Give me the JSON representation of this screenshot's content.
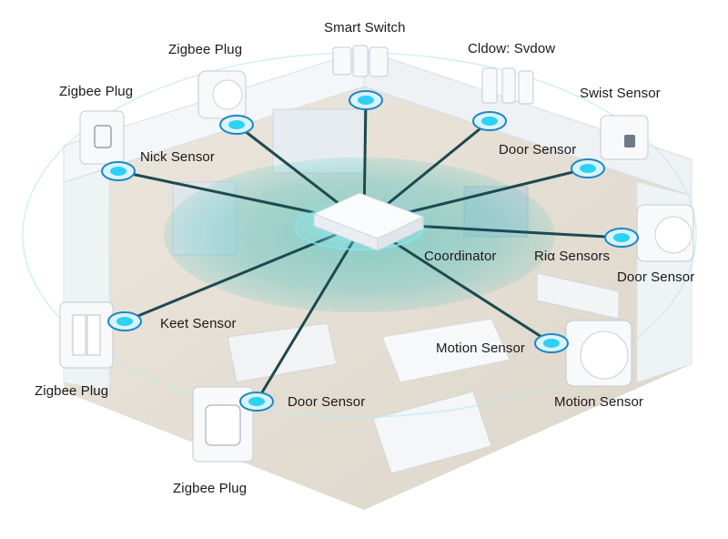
{
  "colors": {
    "link": "#1d4a4f",
    "node_core": "#2bd2f5",
    "node_ring": "#1e86c4",
    "coverage": "#3bbdb8",
    "floor": "#e9e3da",
    "wall": "#f3f6f8"
  },
  "coordinator": {
    "label": "Coordinator",
    "icon": "zigbee-hub-icon"
  },
  "nodes": [
    {
      "id": "smart-switch-top",
      "label": "Smart Switch",
      "icon": "smart-switch-icon"
    },
    {
      "id": "zigbee-plug-top",
      "label": "Zigbee Plug",
      "icon": "plug-icon"
    },
    {
      "id": "window-sensor-top",
      "label": "Cldow: Svdow",
      "icon": "door-window-sensor-icon"
    },
    {
      "id": "zigbee-plug-left",
      "label": "Zigbee Plug",
      "icon": "outlet-icon"
    },
    {
      "id": "swist-sensor",
      "label": "Swist Sensor",
      "icon": "sensor-box-icon"
    },
    {
      "id": "nick-sensor",
      "label": "Nick Sensor",
      "icon": "sensor-node-icon"
    },
    {
      "id": "door-sensor-upper",
      "label": "Door Sensor",
      "icon": "door-sensor-icon"
    },
    {
      "id": "ria-sensors",
      "label": "Riα Sensors",
      "icon": "sensor-node-icon"
    },
    {
      "id": "door-sensor-right",
      "label": "Door Sensor",
      "icon": "door-sensor-device-icon"
    },
    {
      "id": "keet-sensor",
      "label": "Keet Sensor",
      "icon": "wall-switch-icon"
    },
    {
      "id": "motion-sensor-mid",
      "label": "Motion Sensor",
      "icon": "sensor-node-icon"
    },
    {
      "id": "zigbee-plug-lower-left",
      "label": "Zigbee Plug",
      "icon": "wall-switch-icon"
    },
    {
      "id": "door-sensor-lower",
      "label": "Door Sensor",
      "icon": "sensor-node-icon"
    },
    {
      "id": "motion-sensor-right",
      "label": "Motion Sensor",
      "icon": "motion-sensor-device-icon"
    },
    {
      "id": "zigbee-plug-bottom",
      "label": "Zigbee Plug",
      "icon": "outlet-icon"
    }
  ]
}
